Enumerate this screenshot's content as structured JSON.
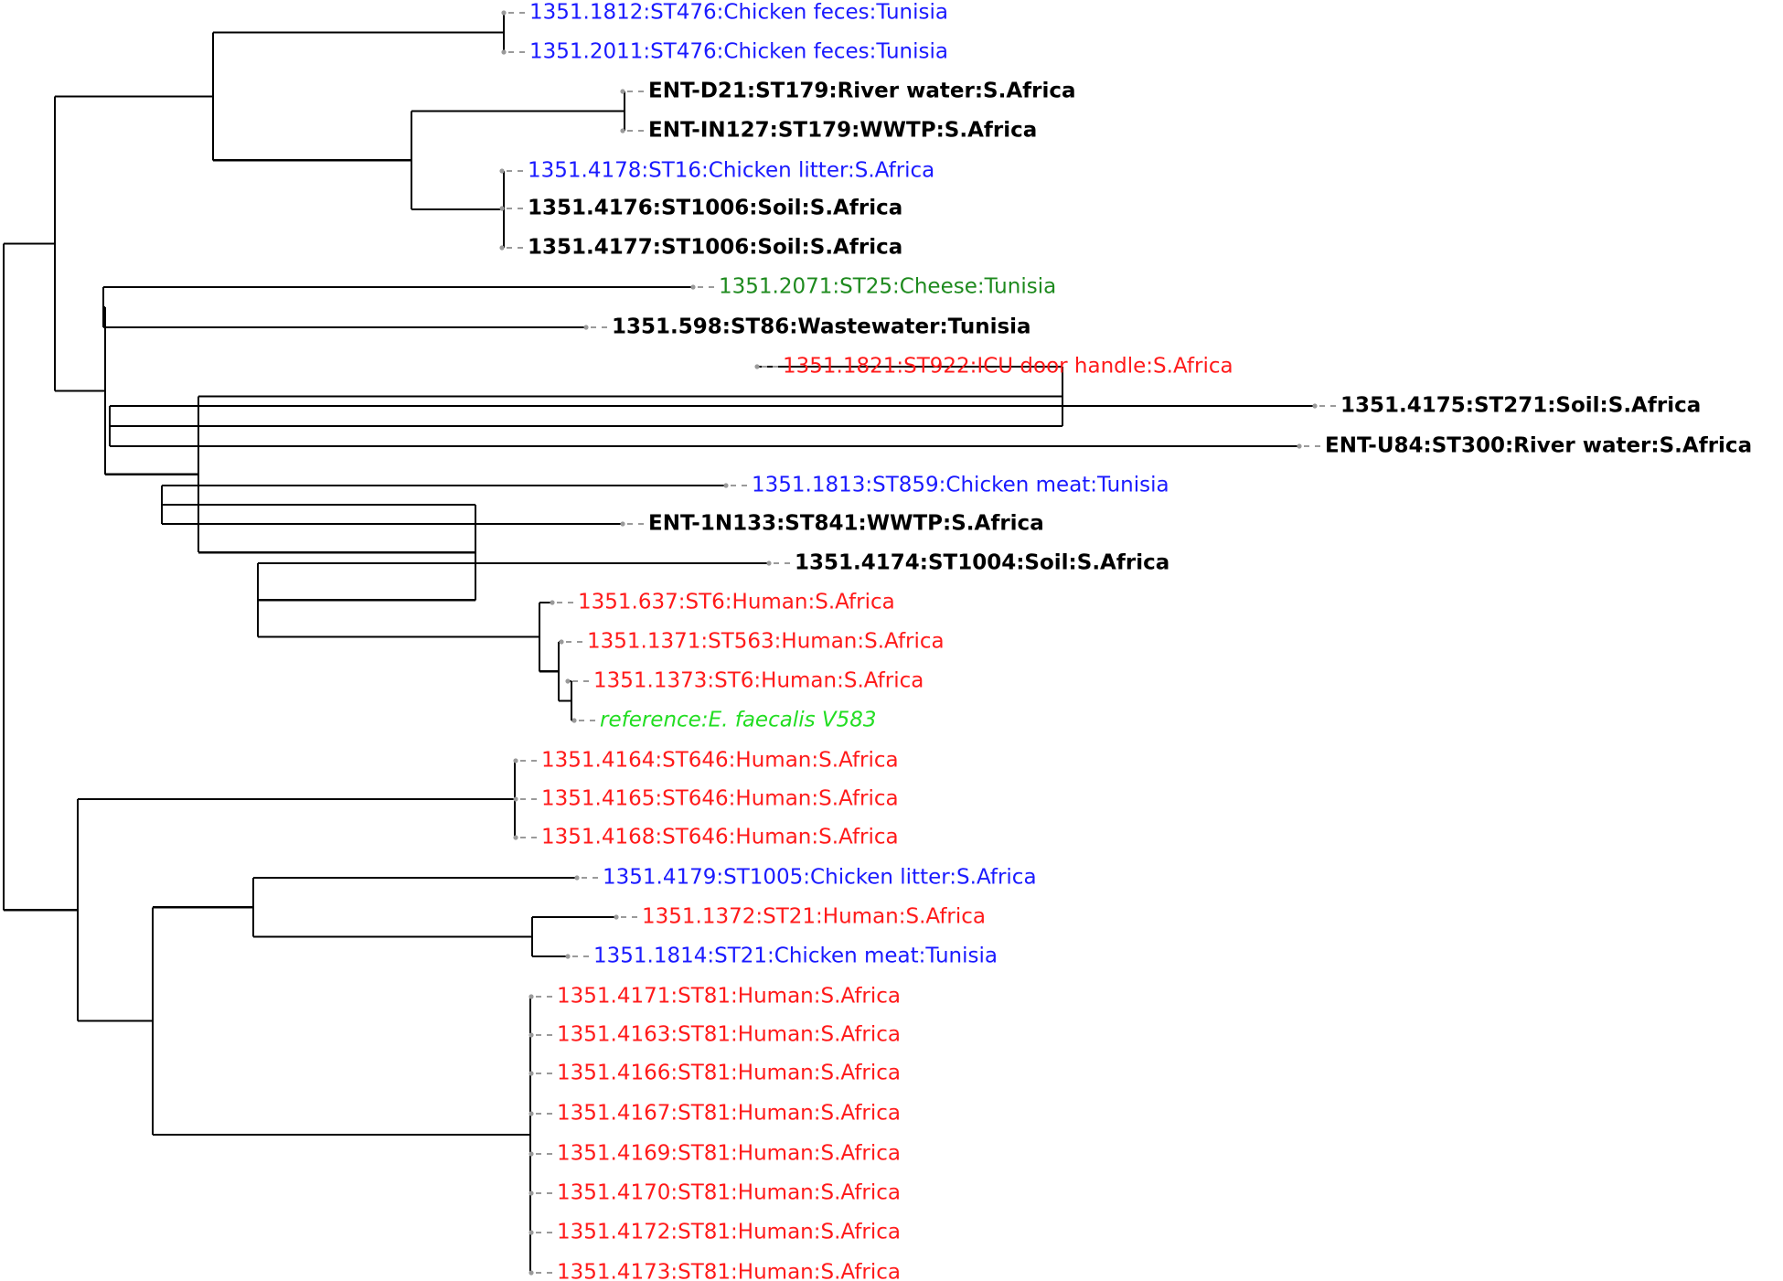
{
  "colors": {
    "branch": "#000000",
    "connector": "#9a9a9a",
    "blue": "#1a1aff",
    "black": "#000000",
    "dark_green": "#1e8a1e",
    "red": "#ff1a1a",
    "light_green": "#22dd22"
  },
  "leaves": [
    {
      "id": "L0",
      "label": "1351.1812:ST476:Chicken feces:Tunisia",
      "color": "blue",
      "style": "normal"
    },
    {
      "id": "L1",
      "label": "1351.2011:ST476:Chicken feces:Tunisia",
      "color": "blue",
      "style": "normal"
    },
    {
      "id": "L2",
      "label": "ENT-D21:ST179:River water:S.Africa",
      "color": "black",
      "style": "bold"
    },
    {
      "id": "L3",
      "label": "ENT-IN127:ST179:WWTP:S.Africa",
      "color": "black",
      "style": "bold"
    },
    {
      "id": "L4",
      "label": "1351.4178:ST16:Chicken litter:S.Africa",
      "color": "blue",
      "style": "normal"
    },
    {
      "id": "L5",
      "label": "1351.4176:ST1006:Soil:S.Africa",
      "color": "black",
      "style": "bold"
    },
    {
      "id": "L6",
      "label": "1351.4177:ST1006:Soil:S.Africa",
      "color": "black",
      "style": "bold"
    },
    {
      "id": "L7",
      "label": "1351.2071:ST25:Cheese:Tunisia",
      "color": "dark_green",
      "style": "normal"
    },
    {
      "id": "L8",
      "label": "1351.598:ST86:Wastewater:Tunisia",
      "color": "black",
      "style": "bold"
    },
    {
      "id": "L9",
      "label": "1351.1821:ST922:ICU door handle:S.Africa",
      "color": "red",
      "style": "normal"
    },
    {
      "id": "L10",
      "label": "1351.4175:ST271:Soil:S.Africa",
      "color": "black",
      "style": "bold"
    },
    {
      "id": "L11",
      "label": "ENT-U84:ST300:River water:S.Africa",
      "color": "black",
      "style": "bold"
    },
    {
      "id": "L12",
      "label": "1351.1813:ST859:Chicken meat:Tunisia",
      "color": "blue",
      "style": "normal"
    },
    {
      "id": "L13",
      "label": "ENT-1N133:ST841:WWTP:S.Africa",
      "color": "black",
      "style": "bold"
    },
    {
      "id": "L14",
      "label": "1351.4174:ST1004:Soil:S.Africa",
      "color": "black",
      "style": "bold"
    },
    {
      "id": "L15",
      "label": "1351.637:ST6:Human:S.Africa",
      "color": "red",
      "style": "normal"
    },
    {
      "id": "L16",
      "label": "1351.1371:ST563:Human:S.Africa",
      "color": "red",
      "style": "normal"
    },
    {
      "id": "L17",
      "label": "1351.1373:ST6:Human:S.Africa",
      "color": "red",
      "style": "normal"
    },
    {
      "id": "L18",
      "label": "reference:E. faecalis V583",
      "color": "light_green",
      "style": "italic"
    },
    {
      "id": "L19",
      "label": "1351.4164:ST646:Human:S.Africa",
      "color": "red",
      "style": "normal"
    },
    {
      "id": "L20",
      "label": "1351.4165:ST646:Human:S.Africa",
      "color": "red",
      "style": "normal"
    },
    {
      "id": "L21",
      "label": "1351.4168:ST646:Human:S.Africa",
      "color": "red",
      "style": "normal"
    },
    {
      "id": "L22",
      "label": "1351.4179:ST1005:Chicken litter:S.Africa",
      "color": "blue",
      "style": "normal"
    },
    {
      "id": "L23",
      "label": "1351.1372:ST21:Human:S.Africa",
      "color": "red",
      "style": "normal"
    },
    {
      "id": "L24",
      "label": "1351.1814:ST21:Chicken meat:Tunisia",
      "color": "blue",
      "style": "normal"
    },
    {
      "id": "L25",
      "label": "1351.4171:ST81:Human:S.Africa",
      "color": "red",
      "style": "normal"
    },
    {
      "id": "L26",
      "label": "1351.4163:ST81:Human:S.Africa",
      "color": "red",
      "style": "normal"
    },
    {
      "id": "L27",
      "label": "1351.4166:ST81:Human:S.Africa",
      "color": "red",
      "style": "normal"
    },
    {
      "id": "L28",
      "label": "1351.4167:ST81:Human:S.Africa",
      "color": "red",
      "style": "normal"
    },
    {
      "id": "L29",
      "label": "1351.4169:ST81:Human:S.Africa",
      "color": "red",
      "style": "normal"
    },
    {
      "id": "L30",
      "label": "1351.4170:ST81:Human:S.Africa",
      "color": "red",
      "style": "normal"
    },
    {
      "id": "L31",
      "label": "1351.4172:ST81:Human:S.Africa",
      "color": "red",
      "style": "normal"
    },
    {
      "id": "L32",
      "label": "1351.4173:ST81:Human:S.Africa",
      "color": "red",
      "style": "normal"
    }
  ],
  "tree": {
    "children": [
      {
        "children": [
          {
            "children": [
              {
                "children": [
                  {
                    "leaf": "L0"
                  },
                  {
                    "leaf": "L1"
                  }
                ]
              },
              {
                "children": [
                  {
                    "children": [
                      {
                        "leaf": "L2"
                      },
                      {
                        "leaf": "L3"
                      }
                    ]
                  },
                  {
                    "children": [
                      {
                        "leaf": "L4"
                      },
                      {
                        "leaf": "L5"
                      },
                      {
                        "leaf": "L6"
                      }
                    ]
                  }
                ]
              }
            ]
          },
          {
            "children": [
              {
                "children": [
                  {
                    "leaf": "L7"
                  },
                  {
                    "leaf": "L8"
                  }
                ]
              },
              {
                "children": [
                  {
                    "children": [
                      {
                        "leaf": "L9"
                      },
                      {
                        "children": [
                          {
                            "leaf": "L10"
                          },
                          {
                            "leaf": "L11"
                          }
                        ]
                      }
                    ]
                  },
                  {
                    "children": [
                      {
                        "children": [
                          {
                            "leaf": "L12"
                          },
                          {
                            "leaf": "L13"
                          }
                        ]
                      },
                      {
                        "children": [
                          {
                            "leaf": "L14"
                          },
                          {
                            "children": [
                              {
                                "leaf": "L15"
                              },
                              {
                                "children": [
                                  {
                                    "leaf": "L16"
                                  },
                                  {
                                    "children": [
                                      {
                                        "leaf": "L17"
                                      },
                                      {
                                        "leaf": "L18"
                                      }
                                    ]
                                  }
                                ]
                              }
                            ]
                          }
                        ]
                      }
                    ]
                  }
                ]
              }
            ]
          }
        ]
      },
      {
        "children": [
          {
            "children": [
              {
                "leaf": "L19"
              },
              {
                "leaf": "L20"
              },
              {
                "leaf": "L21"
              }
            ]
          },
          {
            "children": [
              {
                "children": [
                  {
                    "leaf": "L22"
                  },
                  {
                    "children": [
                      {
                        "leaf": "L23"
                      },
                      {
                        "leaf": "L24"
                      }
                    ]
                  }
                ]
              },
              {
                "children": [
                  {
                    "leaf": "L25"
                  },
                  {
                    "leaf": "L26"
                  },
                  {
                    "leaf": "L27"
                  },
                  {
                    "leaf": "L28"
                  },
                  {
                    "leaf": "L29"
                  },
                  {
                    "leaf": "L30"
                  },
                  {
                    "leaf": "L31"
                  },
                  {
                    "leaf": "L32"
                  }
                ]
              }
            ]
          }
        ]
      }
    ]
  }
}
